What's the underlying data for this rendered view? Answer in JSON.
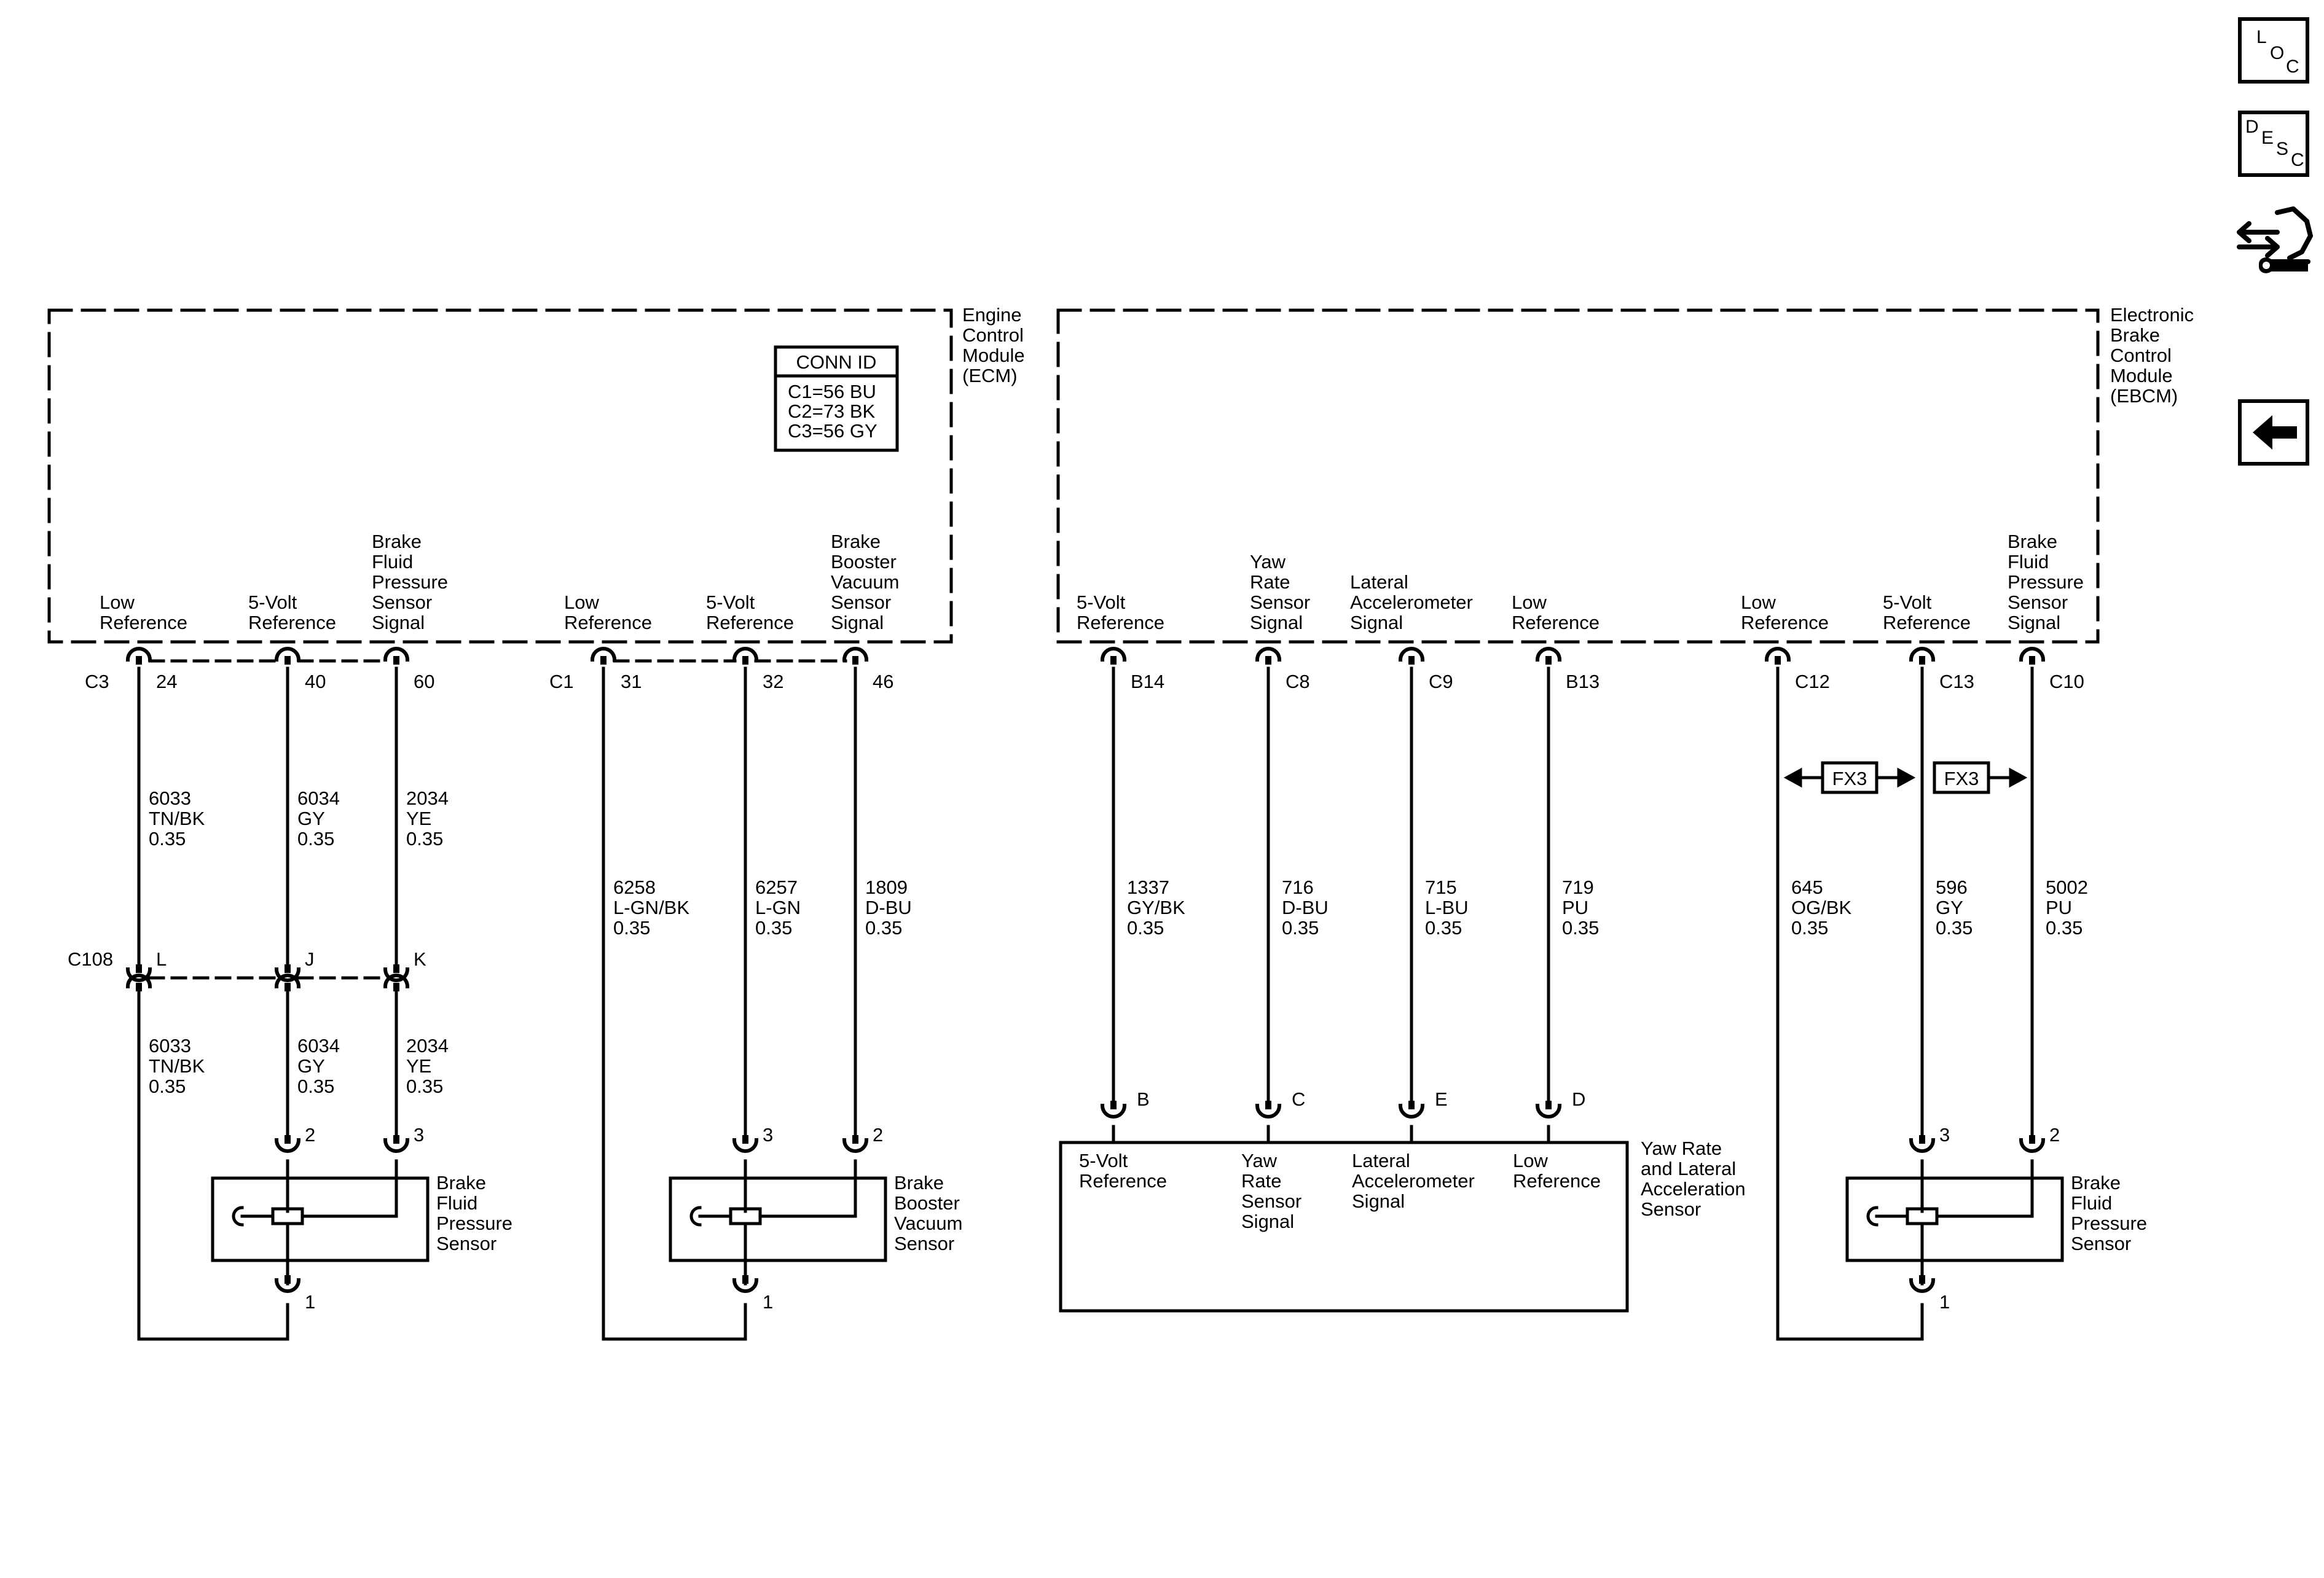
{
  "modules": {
    "ecm": {
      "name": [
        "Engine",
        "Control",
        "Module",
        "(ECM)"
      ]
    },
    "ebcm": {
      "name": [
        "Electronic",
        "Brake",
        "Control",
        "Module",
        "(EBCM)"
      ]
    }
  },
  "conn_id": {
    "title": "CONN ID",
    "rows": [
      "C1=56 BU",
      "C2=73 BK",
      "C3=56 GY"
    ]
  },
  "ecm_pins": [
    {
      "label": [
        "Low",
        "Reference"
      ],
      "conn": "C3",
      "pin": "24",
      "circuit": "6033",
      "color": "TN/BK",
      "gauge": "0.35",
      "c108_pin": "L",
      "circuit2": "6033",
      "color2": "TN/BK",
      "gauge2": "0.35"
    },
    {
      "label": [
        "5-Volt",
        "Reference"
      ],
      "conn": "",
      "pin": "40",
      "circuit": "6034",
      "color": "GY",
      "gauge": "0.35",
      "c108_pin": "J",
      "circuit2": "6034",
      "color2": "GY",
      "gauge2": "0.35",
      "sensor_pin": "2"
    },
    {
      "label": [
        "Brake",
        "Fluid",
        "Pressure",
        "Sensor",
        "Signal"
      ],
      "conn": "",
      "pin": "60",
      "circuit": "2034",
      "color": "YE",
      "gauge": "0.35",
      "c108_pin": "K",
      "circuit2": "2034",
      "color2": "YE",
      "gauge2": "0.35",
      "sensor_pin": "3"
    },
    {
      "label": [
        "Low",
        "Reference"
      ],
      "conn": "C1",
      "pin": "31",
      "circuit": "6258",
      "color": "L-GN/BK",
      "gauge": "0.35"
    },
    {
      "label": [
        "5-Volt",
        "Reference"
      ],
      "conn": "",
      "pin": "32",
      "circuit": "6257",
      "color": "L-GN",
      "gauge": "0.35",
      "sensor_pin": "3"
    },
    {
      "label": [
        "Brake",
        "Booster",
        "Vacuum",
        "Sensor",
        "Signal"
      ],
      "conn": "",
      "pin": "46",
      "circuit": "1809",
      "color": "D-BU",
      "gauge": "0.35",
      "sensor_pin": "2"
    }
  ],
  "c108_label": "C108",
  "ebcm_pins": [
    {
      "label": [
        "5-Volt",
        "Reference"
      ],
      "pin": "B14",
      "circuit": "1337",
      "color": "GY/BK",
      "gauge": "0.35",
      "yaw_pin": "B"
    },
    {
      "label": [
        "Yaw",
        "Rate",
        "Sensor",
        "Signal"
      ],
      "pin": "C8",
      "circuit": "716",
      "color": "D-BU",
      "gauge": "0.35",
      "yaw_pin": "C"
    },
    {
      "label": [
        "Lateral",
        "Accelerometer",
        "Signal"
      ],
      "pin": "C9",
      "circuit": "715",
      "color": "L-BU",
      "gauge": "0.35",
      "yaw_pin": "E"
    },
    {
      "label": [
        "Low",
        "Reference"
      ],
      "pin": "B13",
      "circuit": "719",
      "color": "PU",
      "gauge": "0.35",
      "yaw_pin": "D"
    },
    {
      "label": [
        "Low",
        "Reference"
      ],
      "pin": "C12",
      "circuit": "645",
      "color": "OG/BK",
      "gauge": "0.35"
    },
    {
      "label": [
        "5-Volt",
        "Reference"
      ],
      "pin": "C13",
      "circuit": "596",
      "color": "GY",
      "gauge": "0.35",
      "sensor_pin": "3"
    },
    {
      "label": [
        "Brake",
        "Fluid",
        "Pressure",
        "Sensor",
        "Signal"
      ],
      "pin": "C10",
      "circuit": "5002",
      "color": "PU",
      "gauge": "0.35",
      "sensor_pin": "2"
    }
  ],
  "fx_label": "FX3",
  "sensors": {
    "bfp1": {
      "name": [
        "Brake",
        "Fluid",
        "Pressure",
        "Sensor"
      ],
      "ground_pin": "1"
    },
    "bbv": {
      "name": [
        "Brake",
        "Booster",
        "Vacuum",
        "Sensor"
      ],
      "ground_pin": "1"
    },
    "bfp2": {
      "name": [
        "Brake",
        "Fluid",
        "Pressure",
        "Sensor"
      ],
      "ground_pin": "1"
    },
    "yaw": {
      "name": [
        "Yaw Rate",
        "and Lateral",
        "Acceleration",
        "Sensor"
      ],
      "labels": [
        [
          "5-Volt",
          "Reference"
        ],
        [
          "Yaw",
          "Rate",
          "Sensor",
          "Signal"
        ],
        [
          "Lateral",
          "Accelerometer",
          "Signal"
        ],
        [
          "Low",
          "Reference"
        ]
      ]
    }
  },
  "nav": {
    "loc": [
      "L",
      "O",
      "C"
    ],
    "desc": [
      "D",
      "E",
      "S",
      "C"
    ],
    "wrench_icon": "connector-repair-icon",
    "back_icon": "back-arrow-icon"
  }
}
